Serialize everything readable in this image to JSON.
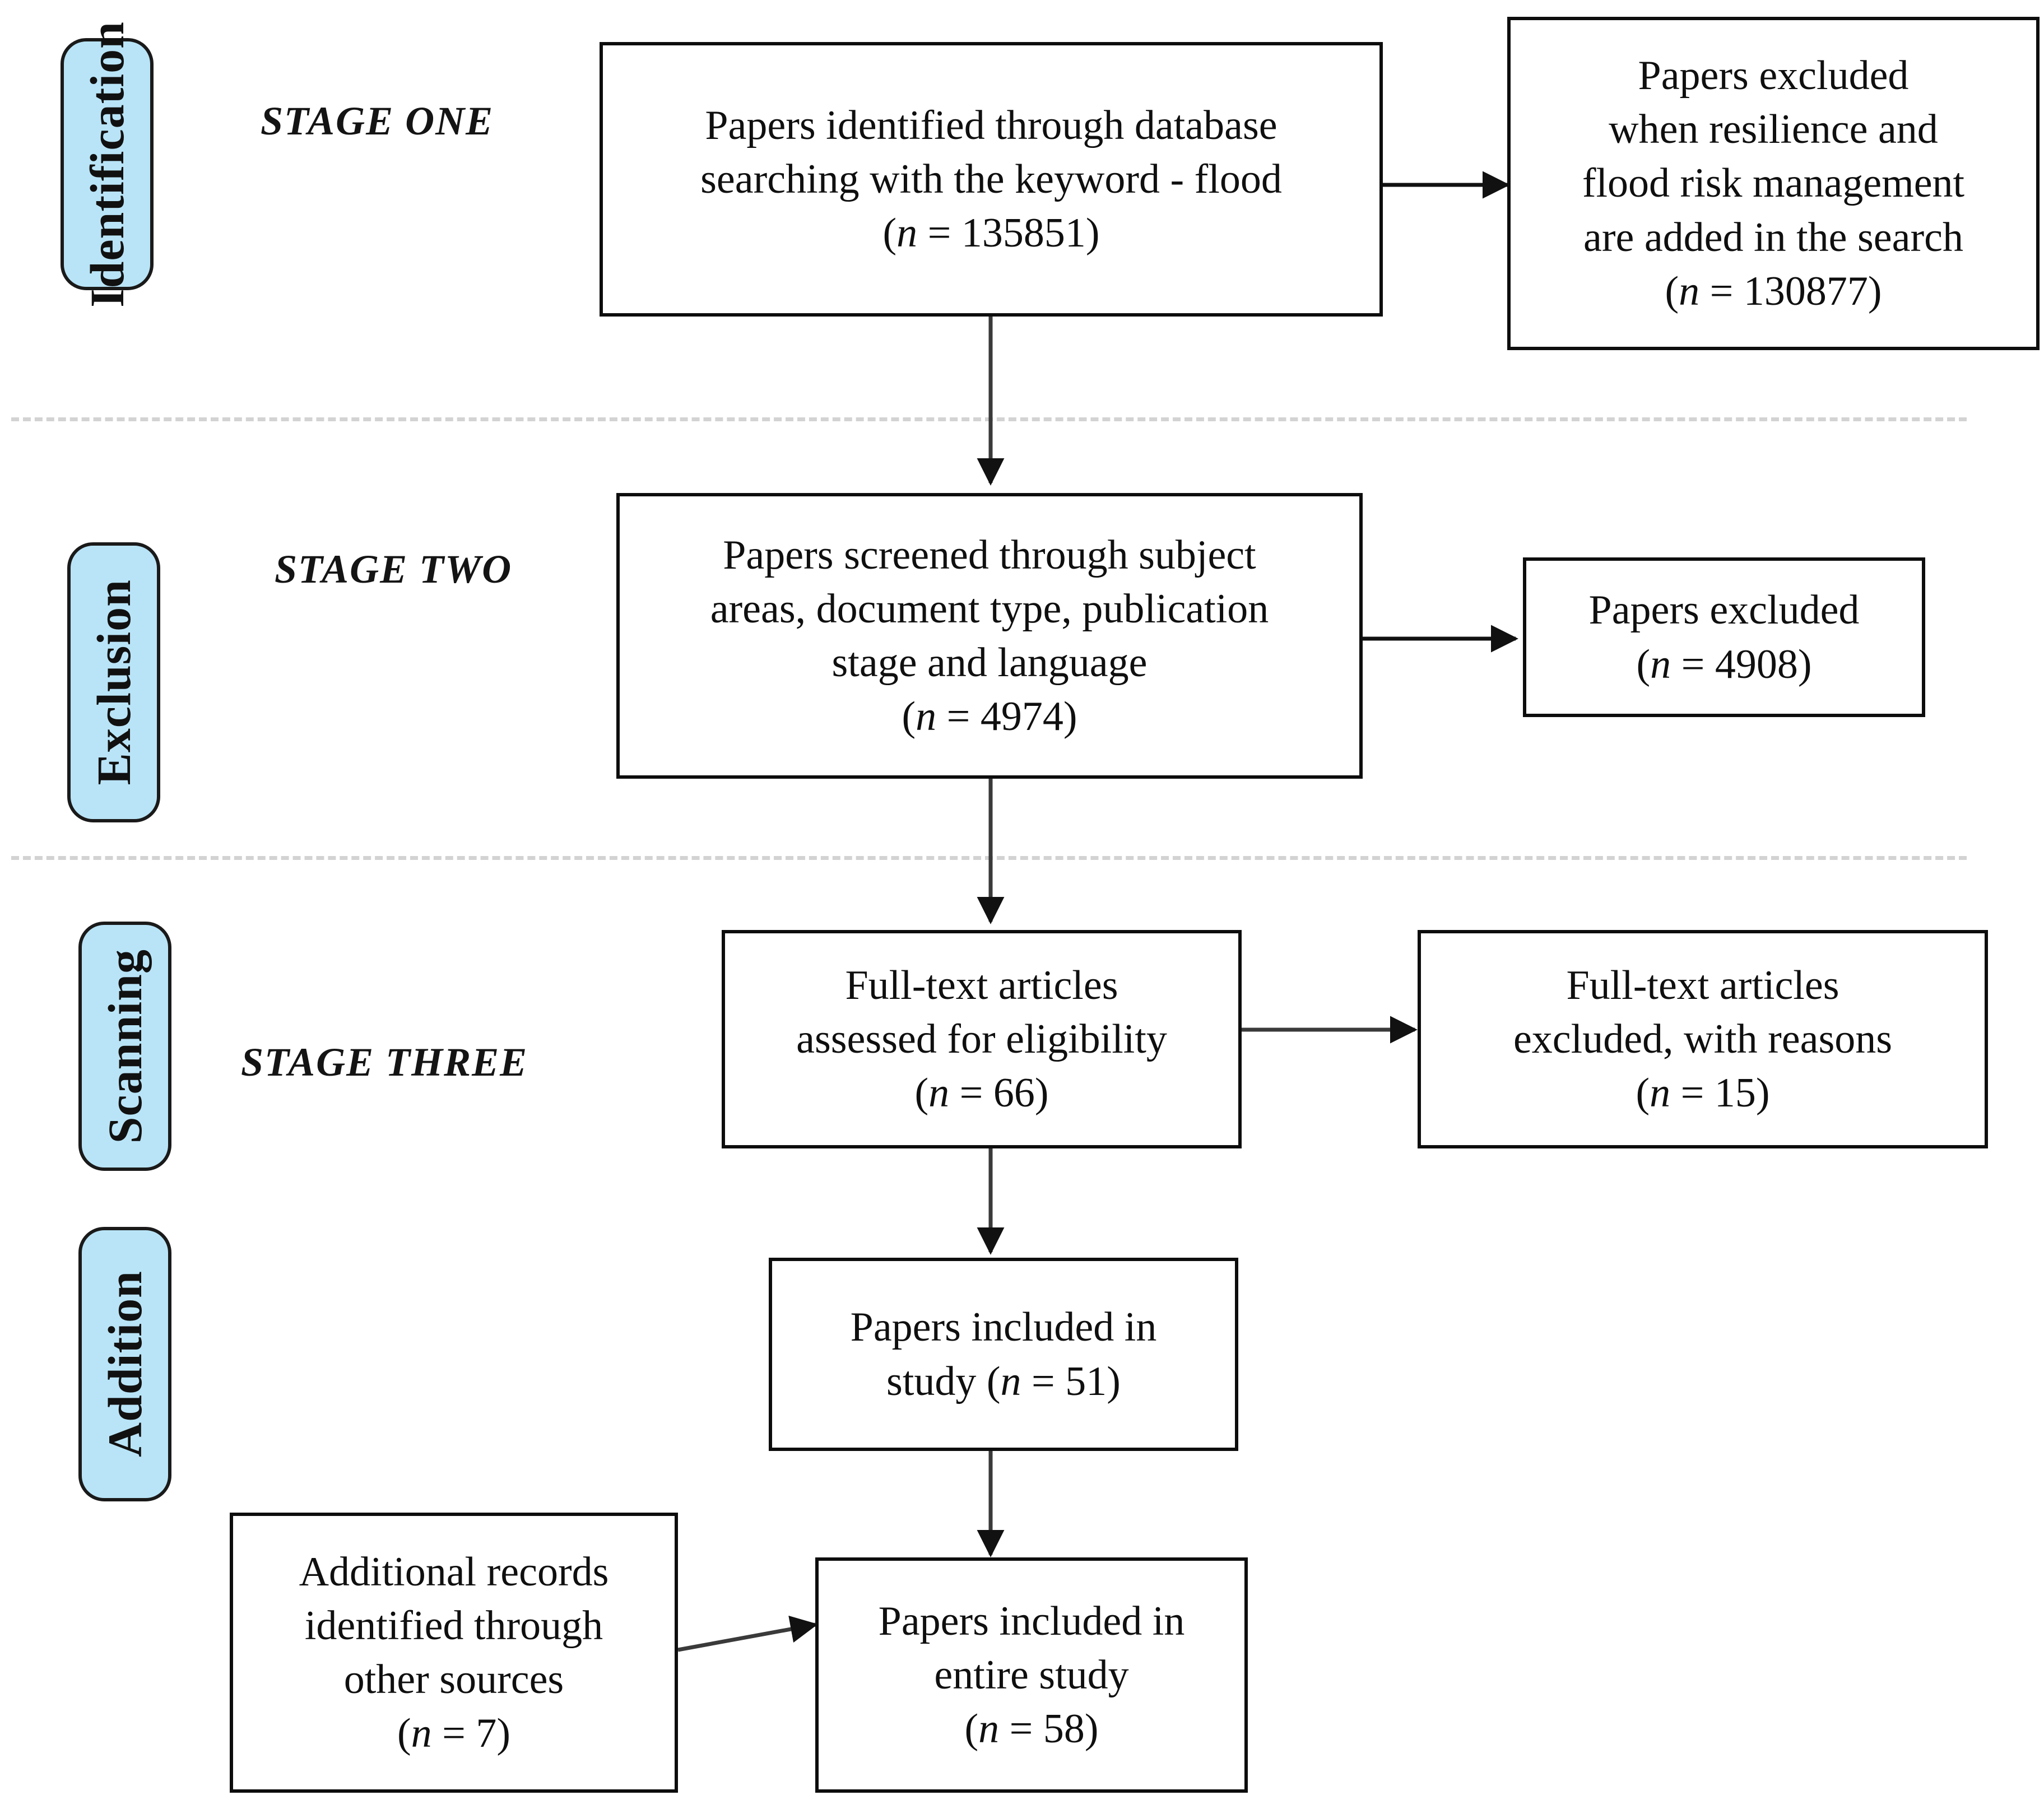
{
  "diagram": {
    "type": "prisma-flow-diagram",
    "accent_color": "#b9e4f7",
    "border_color": "#0d0d0d",
    "divider_color": "#d3d3d3"
  },
  "phases": [
    {
      "id": "identification",
      "label": "Identification"
    },
    {
      "id": "exclusion",
      "label": "Exclusion"
    },
    {
      "id": "scanning",
      "label": "Scanning"
    },
    {
      "id": "addition",
      "label": "Addition"
    }
  ],
  "stages": [
    {
      "id": "stage-one",
      "label": "STAGE ONE"
    },
    {
      "id": "stage-two",
      "label": "STAGE TWO"
    },
    {
      "id": "stage-three",
      "label": "STAGE THREE"
    }
  ],
  "nodes": {
    "identified": {
      "line1": "Papers identified through database",
      "line2": "searching with the keyword - flood",
      "count_prefix": "n",
      "count_text": " = 135851",
      "n_value": 135851
    },
    "excluded_stage_one": {
      "line1": "Papers excluded",
      "line2": "when resilience and",
      "line3": "flood risk management",
      "line4": "are added in the search",
      "count_prefix": "n",
      "count_text": " = 130877",
      "n_value": 130877
    },
    "screened": {
      "line1": "Papers screened through subject",
      "line2": "areas, document type, publication",
      "line3": "stage and language",
      "count_prefix": "n",
      "count_text": " = 4974",
      "n_value": 4974
    },
    "excluded_stage_two": {
      "line1": "Papers excluded",
      "count_prefix": "n",
      "count_text": " = 4908",
      "n_value": 4908
    },
    "fulltext_assessed": {
      "line1": "Full-text articles",
      "line2": "assessed for eligibility",
      "count_prefix": "n",
      "count_text": " = 66",
      "n_value": 66
    },
    "fulltext_excluded": {
      "line1": "Full-text articles",
      "line2": "excluded, with reasons",
      "count_prefix": "n",
      "count_text": " = 15",
      "n_value": 15
    },
    "included_study": {
      "line1": "Papers included in",
      "line2_prefix": "study (",
      "count_prefix": "n",
      "count_text": " = 51)",
      "n_value": 51
    },
    "additional_records": {
      "line1": "Additional records",
      "line2": "identified through",
      "line3": "other sources",
      "count_prefix": "n",
      "count_text": " = 7",
      "n_value": 7
    },
    "included_entire": {
      "line1": "Papers included in",
      "line2": "entire study",
      "count_prefix": "n",
      "count_text": " = 58",
      "n_value": 58
    }
  }
}
